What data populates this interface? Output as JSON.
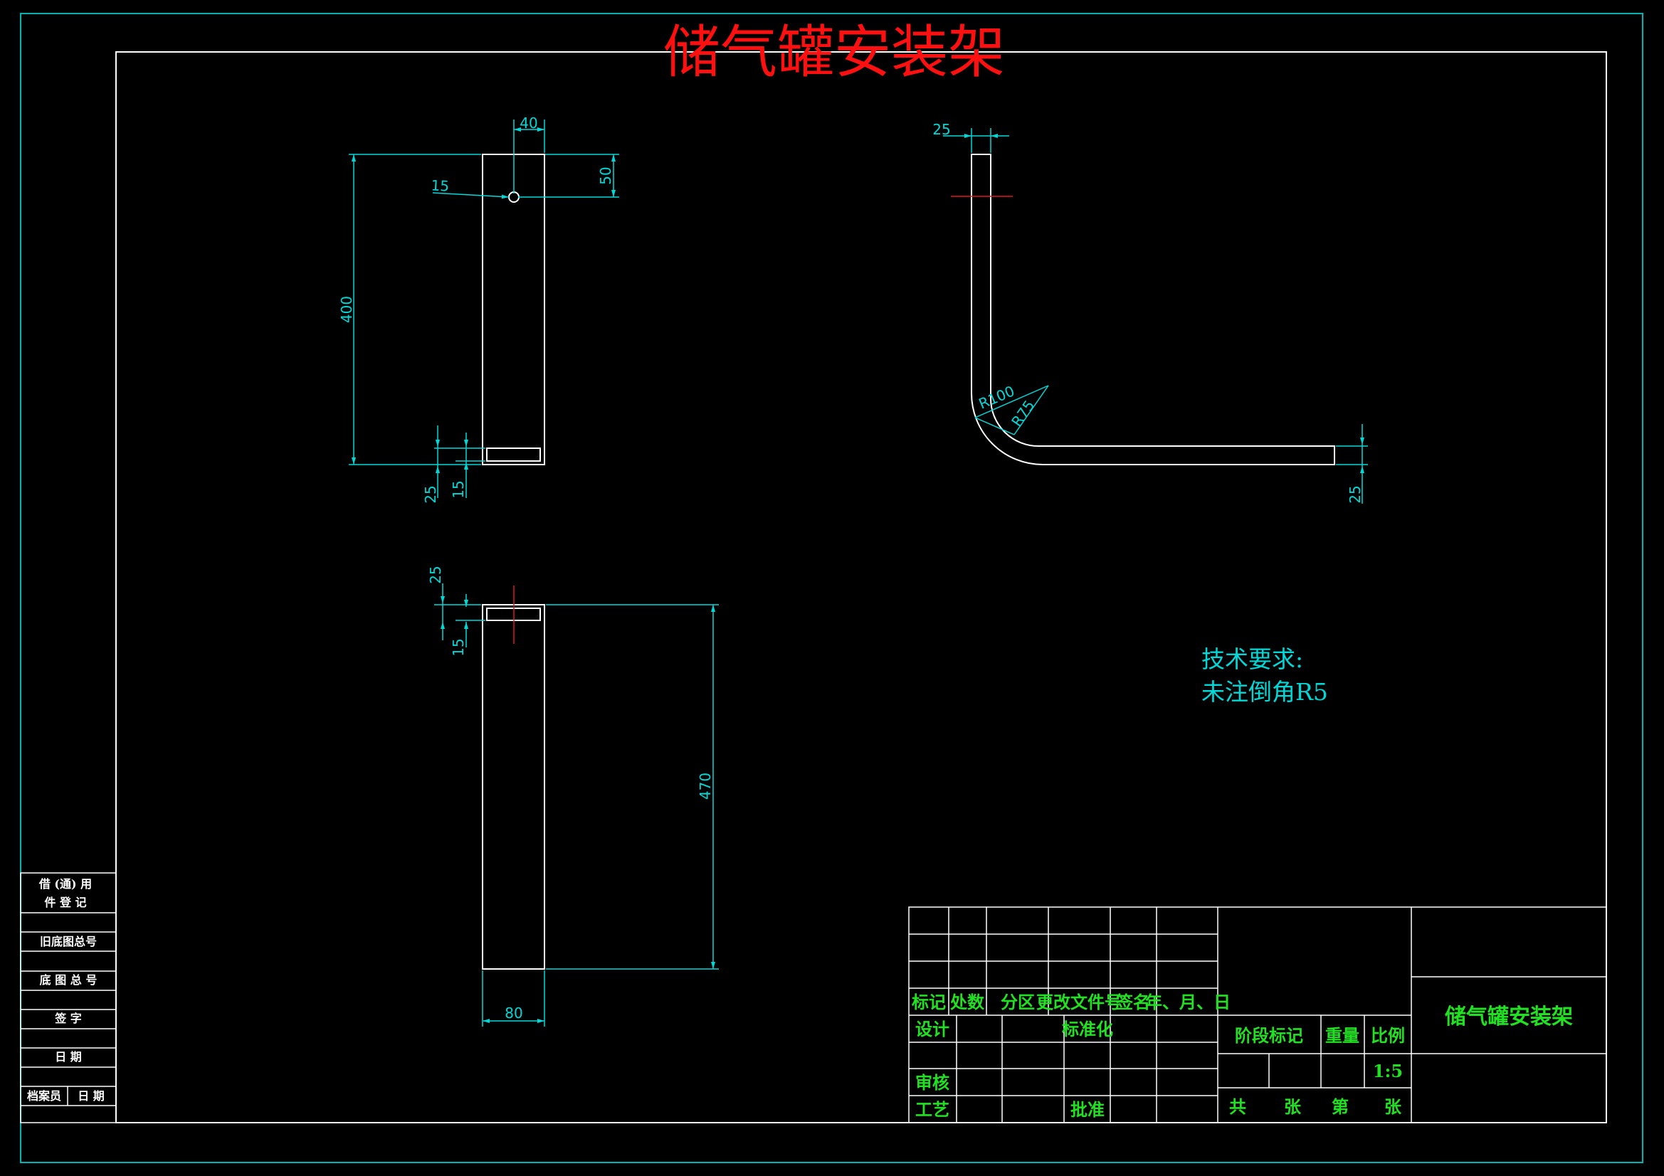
{
  "drawing_title": "储气罐安装架",
  "tech_requirements": {
    "heading": "技术要求:",
    "note": "未注倒角R5"
  },
  "colors": {
    "border": "#00b4b4",
    "frame": "#ffffff",
    "dimension": "#00d8d8",
    "title": "#ff1010",
    "titleblock_text": "#22e022",
    "centerline": "#e01818"
  },
  "dimensions": {
    "view1": {
      "width_40": "40",
      "hole_15": "15",
      "hole_50": "50",
      "height_400": "400",
      "tube_25": "25",
      "wall_15": "15"
    },
    "view2": {
      "width_25": "25",
      "r100": "R100",
      "r75": "R75",
      "thk_25": "25"
    },
    "view3": {
      "tube_25": "25",
      "wall_15": "15",
      "height_470": "470",
      "width_80": "80"
    }
  },
  "side_block": {
    "borrow_1": "借 (通) 用",
    "borrow_2": "件 登 记",
    "old_base": "旧底图总号",
    "base": "底 图 总 号",
    "sign": "签     字",
    "date": "日     期",
    "archivist": "档案员",
    "date2": "日 期"
  },
  "title_block": {
    "hdr_mark": "标记",
    "hdr_count": "处数",
    "hdr_zone": "分区",
    "hdr_doc": "更改文件号",
    "hdr_sign": "签名",
    "hdr_date": "年、月、日",
    "design": "设计",
    "standard": "标准化",
    "review": "审核",
    "process": "工艺",
    "approve": "批准",
    "stage": "阶段标记",
    "weight": "重量",
    "scale_label": "比例",
    "scale": "1:5",
    "sheet_total": "共",
    "sheet_unit1": "张",
    "sheet_no": "第",
    "sheet_unit2": "张",
    "part_name": "储气罐安装架"
  }
}
